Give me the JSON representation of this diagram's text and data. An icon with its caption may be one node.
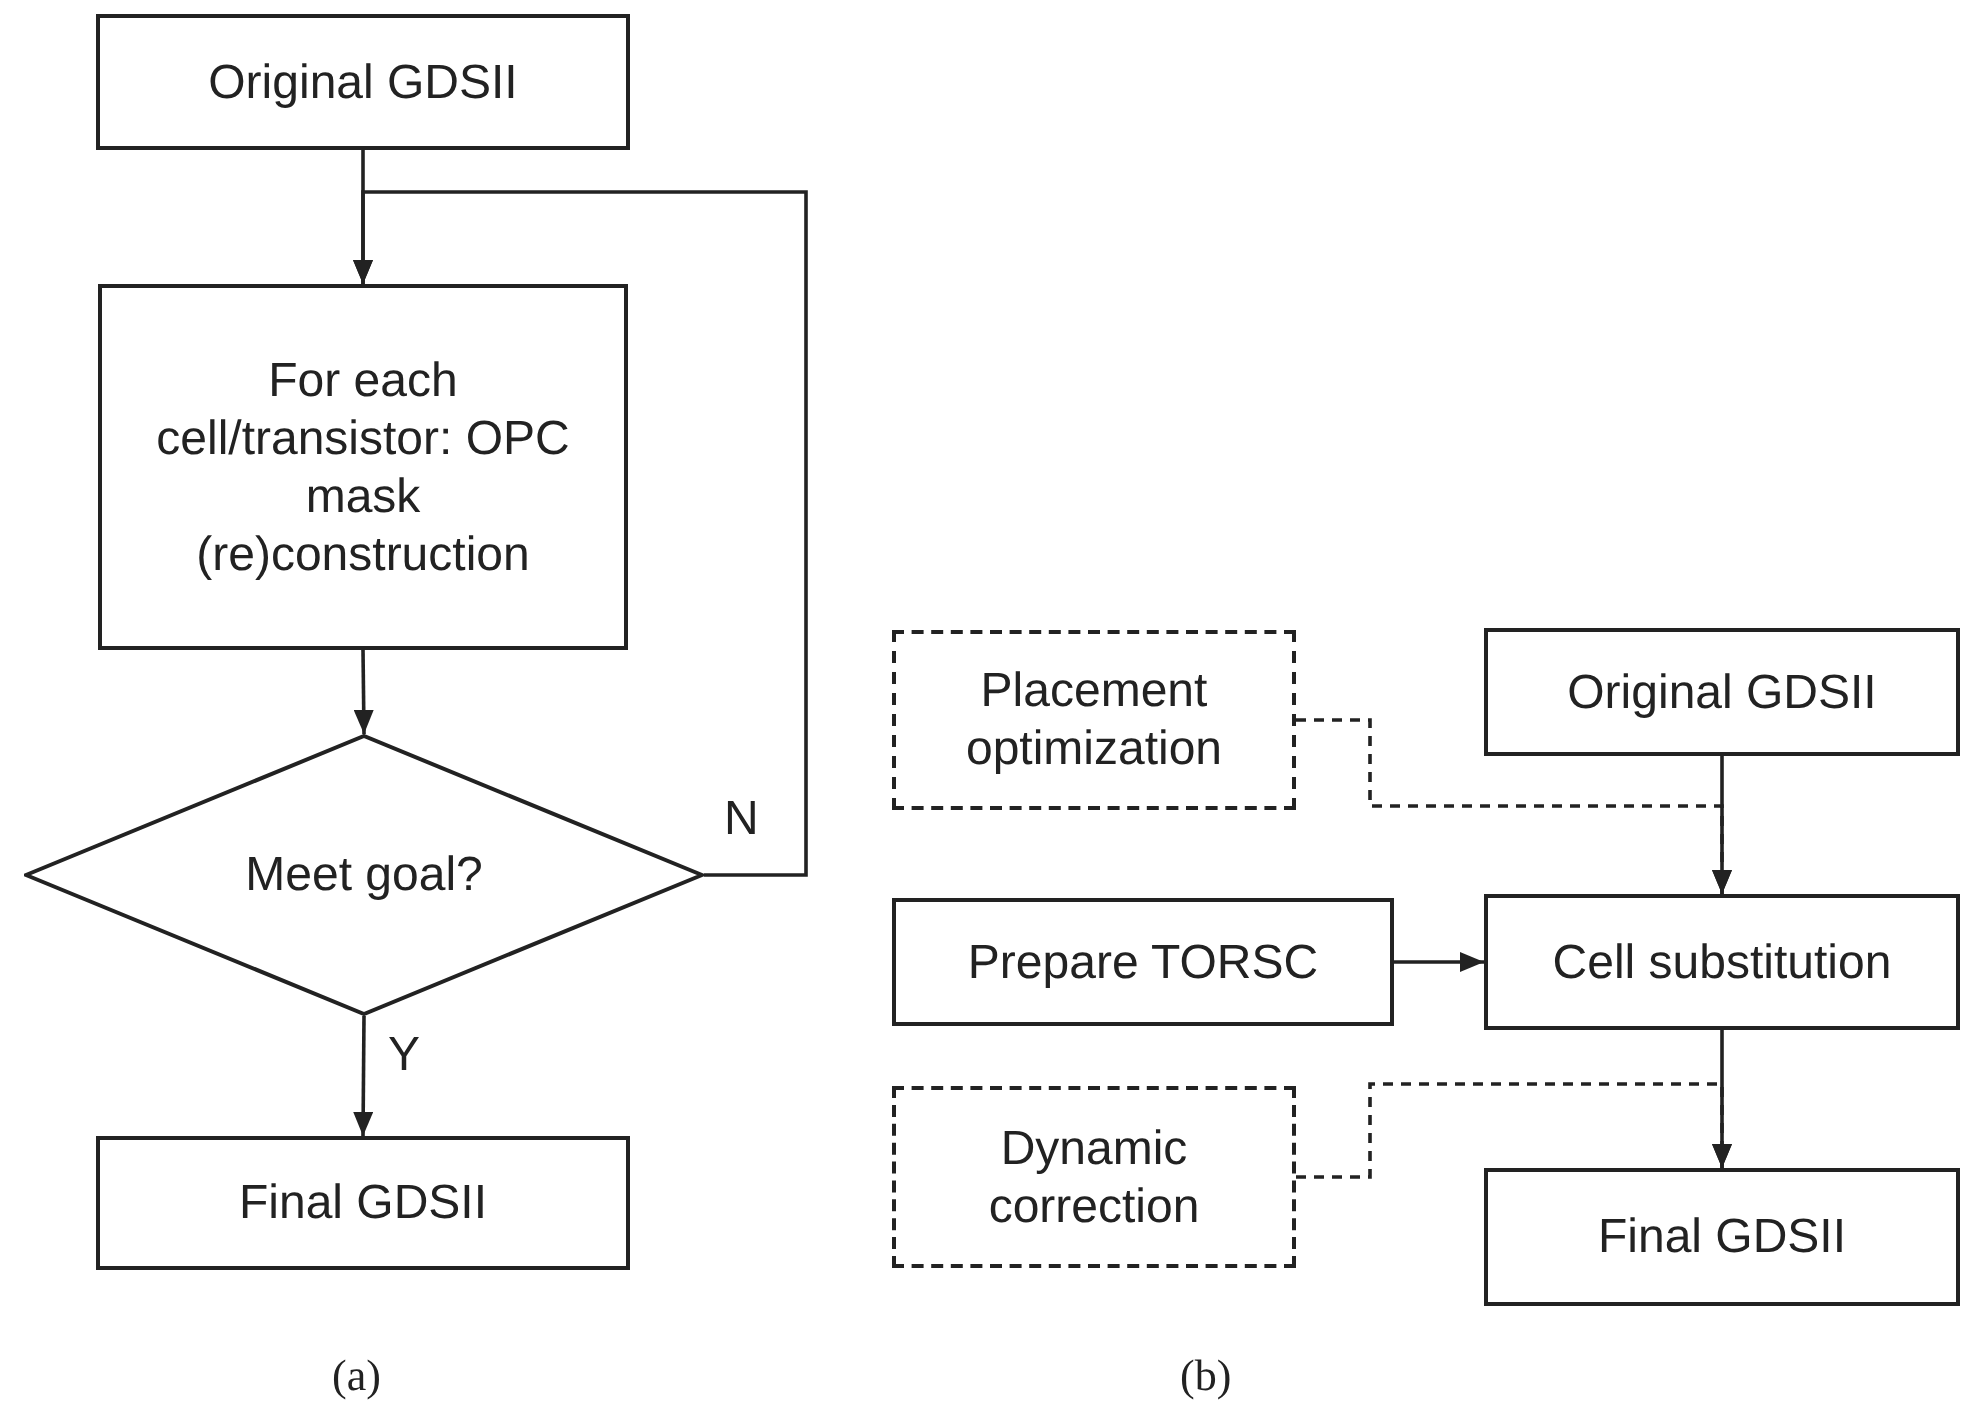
{
  "diagram": {
    "nodes": [
      {
        "text": [
          "Original GDSII"
        ]
      },
      {
        "text": [
          "For each cell/transistor: OPC mask (re)construction"
        ]
      },
      {
        "text": [
          "Meet goal?"
        ]
      },
      {
        "text": [
          "Final GDSII"
        ]
      },
      {
        "text": [
          "Placement optimization"
        ]
      },
      {
        "text": [
          "Original GDSII"
        ]
      },
      {
        "text": [
          "Prepare TORSC"
        ]
      },
      {
        "text": [
          "Cell substitution"
        ]
      },
      {
        "text": [
          "Dynamic correction"
        ]
      },
      {
        "text": [
          "Final GDSII"
        ]
      }
    ],
    "edges": [
      {
        "from": 0,
        "to": 1,
        "arrow": "to"
      },
      {
        "from": 1,
        "to": 2,
        "arrow": "to"
      },
      {
        "from": 2,
        "to": 1,
        "arrow": "to",
        "label": "N"
      },
      {
        "from": 2,
        "to": 3,
        "arrow": "to",
        "label": "Y"
      },
      {
        "from": 4,
        "to": 7,
        "arrow": "to",
        "style": "dashed"
      },
      {
        "from": 5,
        "to": 7,
        "arrow": "to"
      },
      {
        "from": 6,
        "to": 7,
        "arrow": "to"
      },
      {
        "from": 7,
        "to": 9,
        "arrow": "to"
      },
      {
        "from": 8,
        "to": 9,
        "arrow": "to",
        "style": "dashed"
      }
    ],
    "labels": [
      "(a)",
      "(b)"
    ]
  }
}
